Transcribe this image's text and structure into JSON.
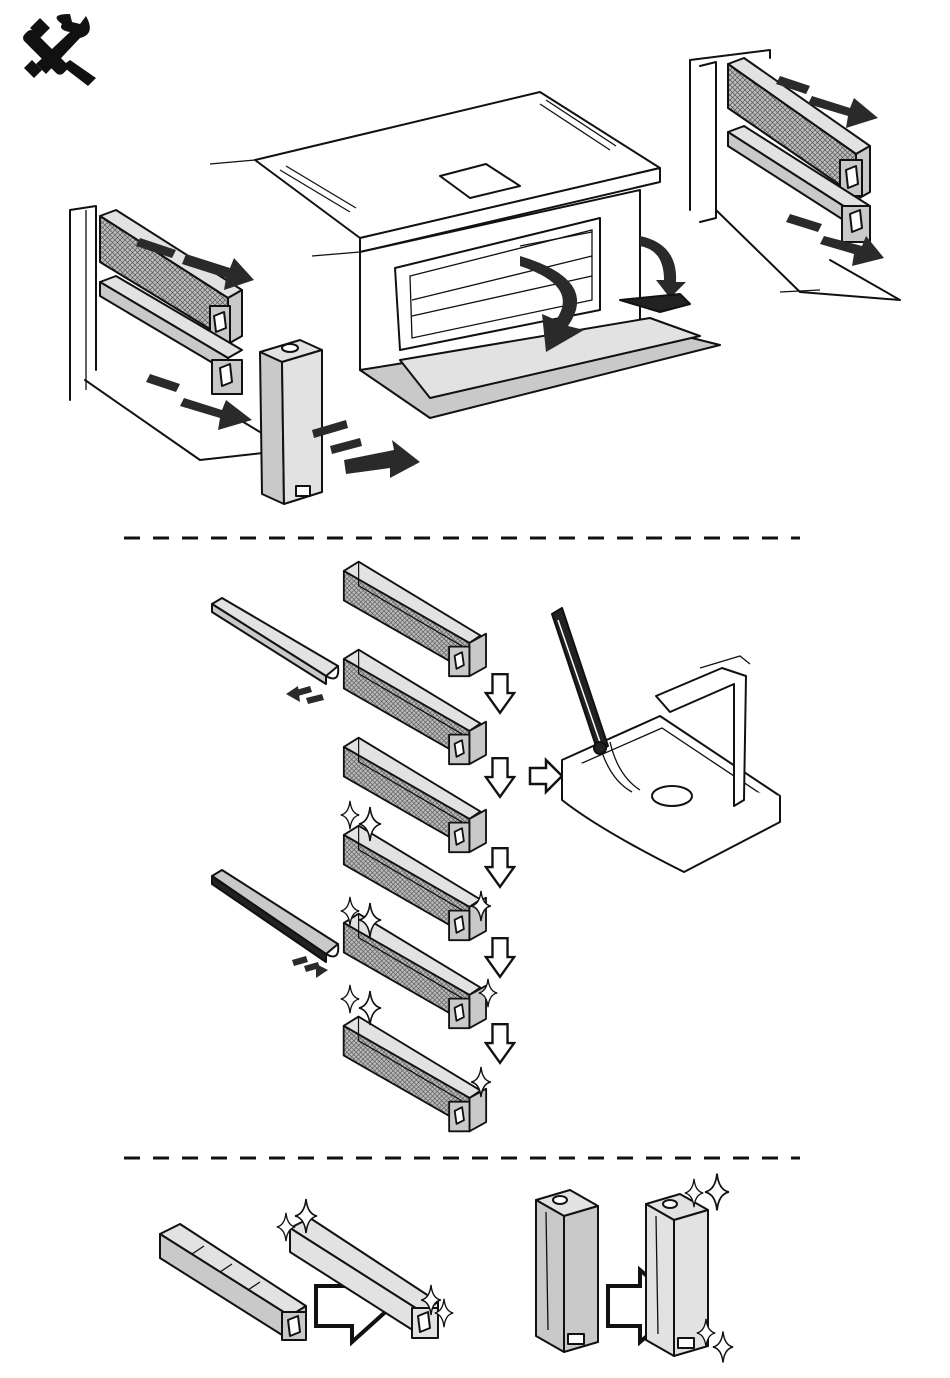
{
  "page": {
    "icon": "tools-icon",
    "background": "#ffffff",
    "line_color": "#111111",
    "fill_grey": "#c9c9c9"
  },
  "sections": [
    {
      "id": "removal",
      "icons": [
        "oven-icon",
        "grease-filter-icon",
        "water-tank-icon",
        "arrow-icon"
      ]
    },
    {
      "id": "washing",
      "icons": [
        "grease-filter-icon",
        "drip-tray-icon",
        "sink-icon",
        "arrow-icon",
        "sparkle-icon"
      ]
    },
    {
      "id": "cleaning",
      "icons": [
        "drip-tray-icon",
        "water-tank-icon",
        "arrow-icon",
        "sparkle-icon"
      ]
    }
  ]
}
